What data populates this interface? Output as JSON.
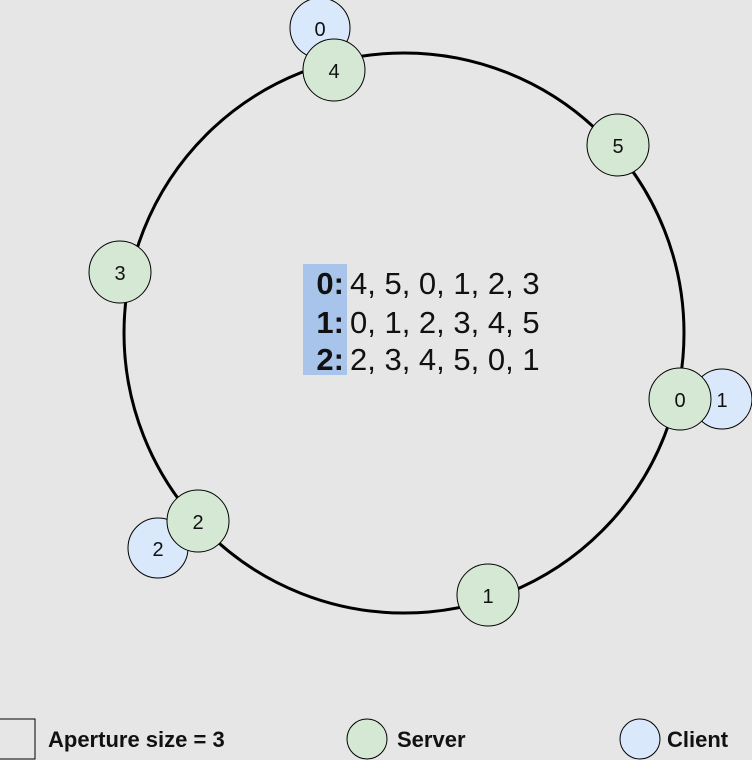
{
  "colors": {
    "background": "#e6e6e6",
    "server_fill": "#d5e8d4",
    "client_fill": "#dae8fc",
    "highlight": "#a9c4eb",
    "stroke": "#000000"
  },
  "clients": [
    {
      "label": "0"
    },
    {
      "label": "1"
    },
    {
      "label": "2"
    }
  ],
  "servers": [
    {
      "label": "4"
    },
    {
      "label": "5"
    },
    {
      "label": "3"
    },
    {
      "label": "0"
    },
    {
      "label": "2"
    },
    {
      "label": "1"
    }
  ],
  "orderings": [
    {
      "key": "0:",
      "sequence": "4, 5, 0, 1, 2, 3"
    },
    {
      "key": "1:",
      "sequence": "0, 1, 2, 3, 4, 5"
    },
    {
      "key": "2:",
      "sequence": "2, 3, 4, 5, 0, 1"
    }
  ],
  "legend": {
    "aperture": "Aperture size = 3",
    "server": "Server",
    "client": "Client"
  }
}
